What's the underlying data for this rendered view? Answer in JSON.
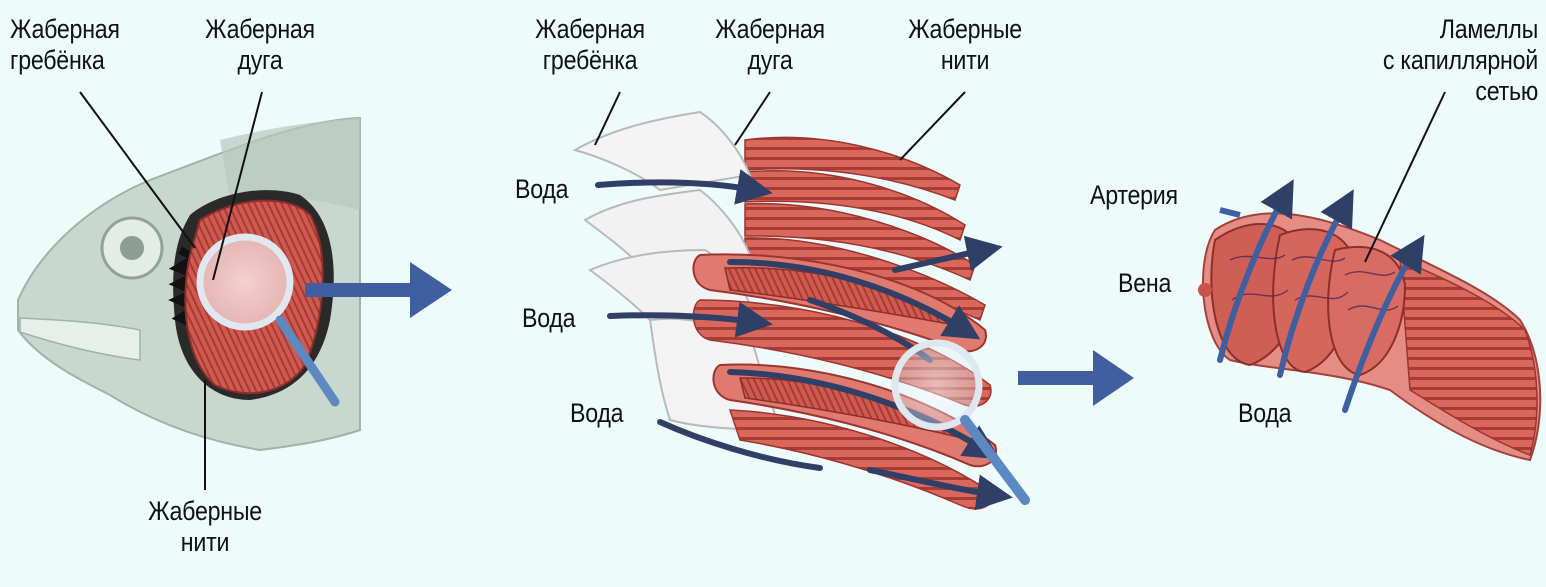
{
  "labels": {
    "fish_gill_rakers": [
      "Жаберная",
      "гребёнка"
    ],
    "fish_gill_arch": [
      "Жаберная",
      "дуга"
    ],
    "fish_gill_filaments": [
      "Жаберные",
      "нити"
    ],
    "mid_gill_rakers": [
      "Жаберная",
      "гребёнка"
    ],
    "mid_gill_arch": [
      "Жаберная",
      "дуга"
    ],
    "mid_gill_filaments": [
      "Жаберные",
      "нити"
    ],
    "water_1": "Вода",
    "water_2": "Вода",
    "water_3": "Вода",
    "lamellae": [
      "Ламеллы",
      "с капиллярной",
      "сетью"
    ],
    "artery": "Артерия",
    "vein": "Вена",
    "water_right": "Вода"
  },
  "colors": {
    "background": "#eefbfb",
    "gill_tissue": "#c9524a",
    "gill_light": "#e48a80",
    "arrow": "#3f5fa0",
    "water_flow": "#2f3f66",
    "fish_body": "#c9d8cf",
    "cartilage": "#f4f4f4"
  }
}
